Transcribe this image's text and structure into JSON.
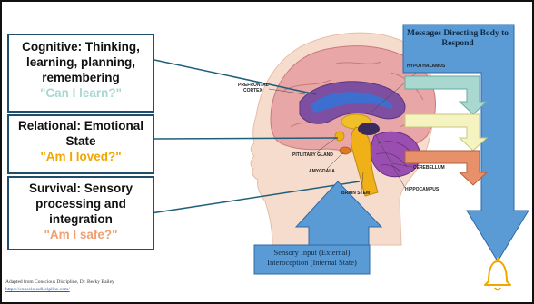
{
  "boxes": [
    {
      "text": "Cognitive:  Thinking, learning, planning, remembering",
      "quote": "\"Can I learn?\"",
      "quote_color": "#a8d8d0"
    },
    {
      "text": "Relational:  Emotional State",
      "quote": "\"Am I loved?\"",
      "quote_color": "#f0a800"
    },
    {
      "text": "Survival: Sensory processing and integration",
      "quote": "\"Am I safe?\"",
      "quote_color": "#f0a070"
    }
  ],
  "brain_labels": {
    "prefrontal": "PREFRONTAL CORTEX",
    "hypothalamus": "HYPOTHALAMUS",
    "pituitary": "PITUITARY GLAND",
    "amygdala": "AMYGDALA",
    "brain_stem": "BRAIN STEM",
    "cerebellum": "CEREBELLUM",
    "hippocampus": "HIPPOCAMPUS"
  },
  "messages_title": "Messages Directing Body to Respond",
  "sensory_input": "Sensory Input (External) Interoception (Internal State)",
  "credit": {
    "text": "Adapted from Conscious Discipline, Dr. Becky Bailey",
    "link": "https://consciousdiscipline.com/"
  },
  "colors": {
    "border": "#1f4e6e",
    "big_arrow": "#5b9bd5",
    "arrow_teal": "#a8d8d0",
    "arrow_yellow": "#f5f3c0",
    "arrow_orange": "#e8906a",
    "bell": "#f0a800"
  },
  "icons": [
    "bell-icon"
  ]
}
